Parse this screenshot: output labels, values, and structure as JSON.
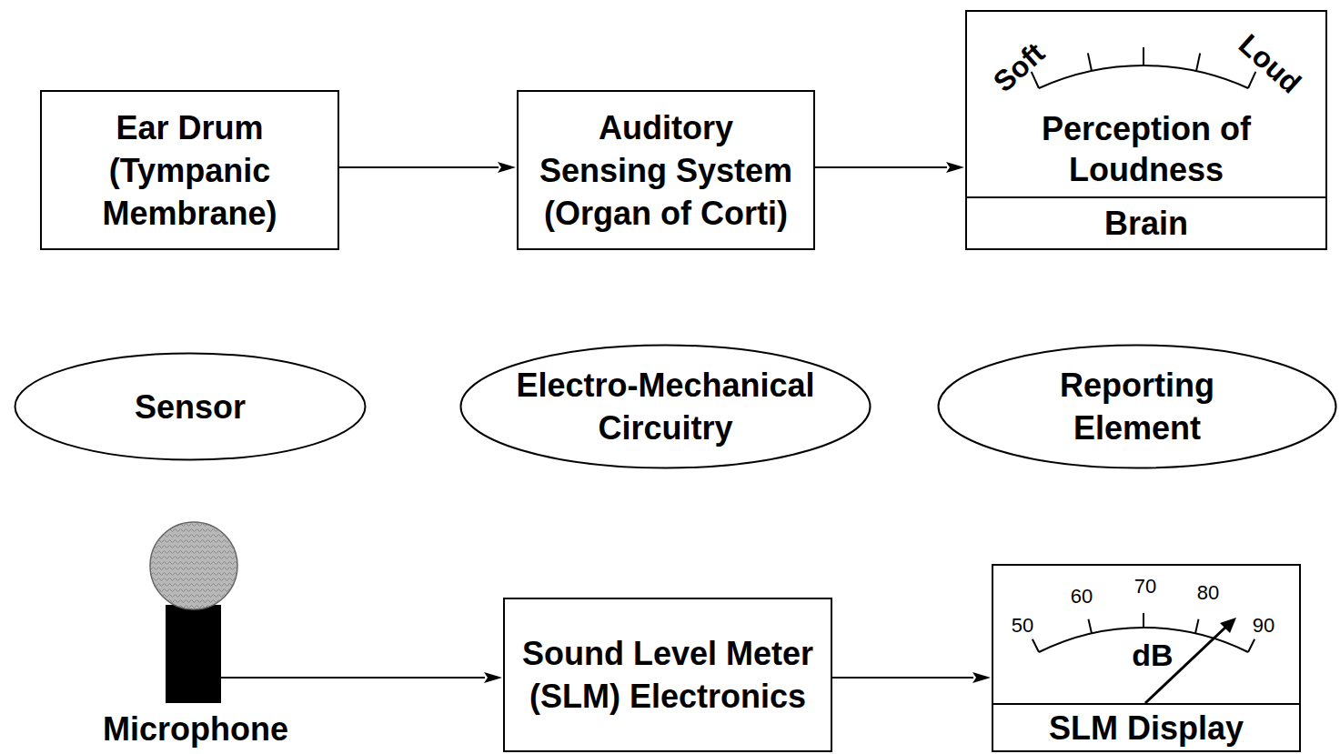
{
  "diagram": {
    "nodes": [
      {
        "text": [
          "Ear Drum (Tympanic Membrane)"
        ]
      },
      {
        "text": [
          "Auditory Sensing System (Organ of Corti)"
        ]
      },
      {
        "text": [
          "Soft",
          "Loud",
          "Perception of Loudness",
          "Brain"
        ]
      },
      {
        "text": [
          "Sensor"
        ]
      },
      {
        "text": [
          "Electro-Mechanical Circuitry"
        ]
      },
      {
        "text": [
          "Reporting Element"
        ]
      },
      {
        "text": [
          "Microphone"
        ]
      },
      {
        "text": [
          "Sound Level Meter (SLM) Electronics"
        ]
      },
      {
        "text": [
          "50",
          "60",
          "70",
          "80",
          "90",
          "dB",
          "SLM Display"
        ]
      }
    ],
    "edges": [
      {
        "from": 0,
        "to": 1,
        "arrow": "to"
      },
      {
        "from": 1,
        "to": 2,
        "arrow": "to"
      },
      {
        "from": 6,
        "to": 7,
        "arrow": "to"
      },
      {
        "from": 7,
        "to": 8,
        "arrow": "to"
      }
    ]
  }
}
